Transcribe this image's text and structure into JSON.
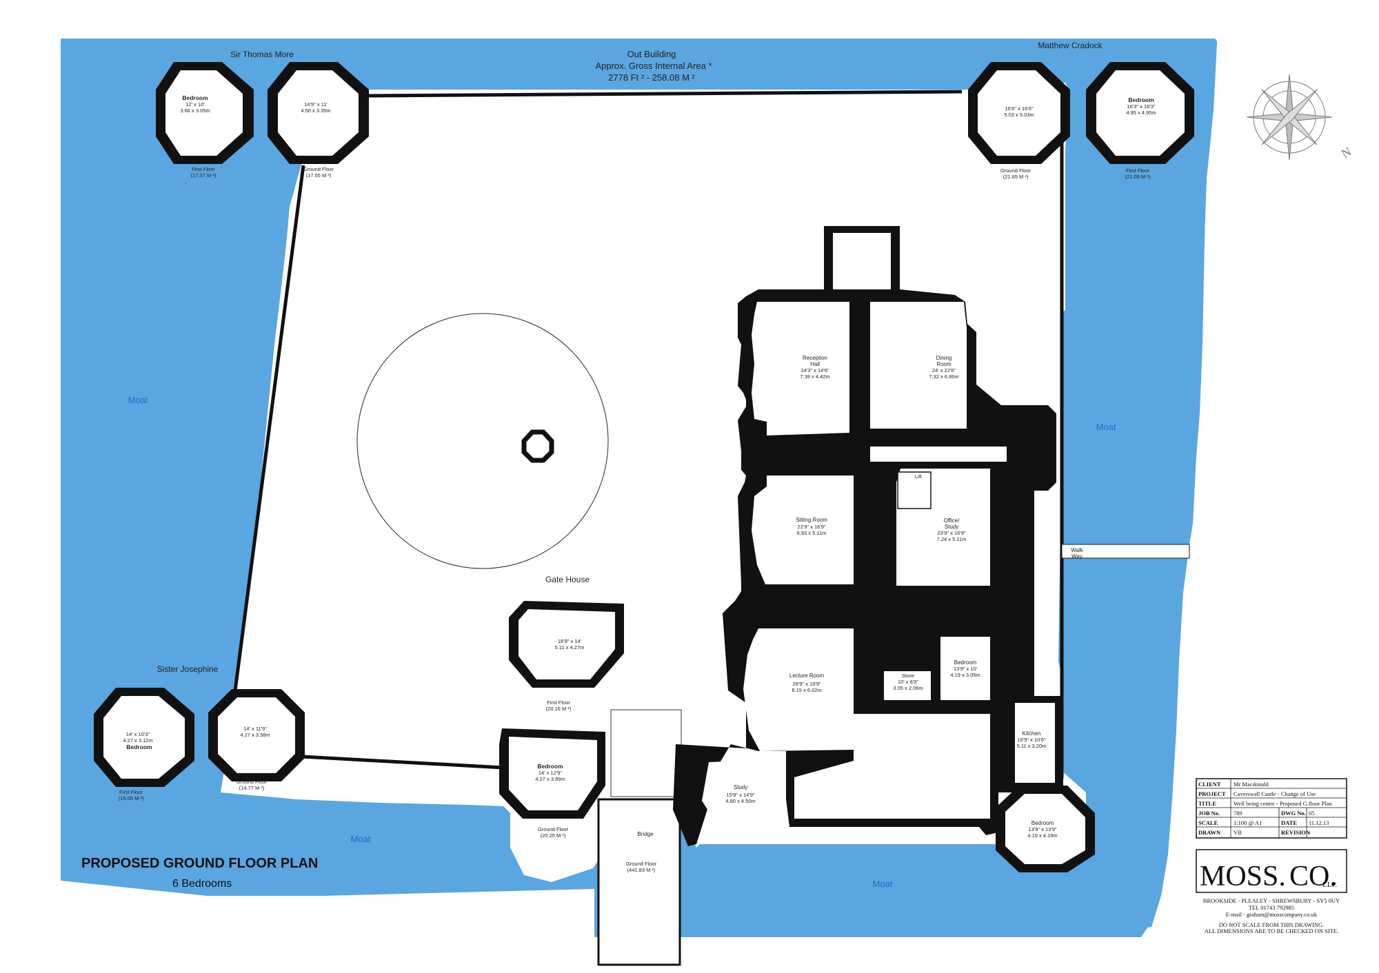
{
  "colors": {
    "moat": "#5aa6e0",
    "moat_label": "#1a6fc4",
    "walls": "#111111",
    "paper": "#ffffff"
  },
  "header": {
    "out_building": "Out Building",
    "gia_label": "Approx. Gross Internal Area *",
    "gia_value": "2778 Ft ² - 258.08 M ²",
    "left_tower_name": "Sir Thomas More",
    "right_tower_name": "Matthew Cradock",
    "sw_tower_name": "Sister Josephine",
    "gate_house": "Gate House"
  },
  "moat_labels": [
    "Moat",
    "Moat",
    "Moat",
    "Moat"
  ],
  "plan_title": {
    "title": "PROPOSED GROUND FLOOR PLAN",
    "subtitle": "6 Bedrooms"
  },
  "towers": {
    "nw_first": {
      "name": "Bedroom",
      "dim1": "12' x 10'",
      "dim2": "3.66 x 3.05m",
      "floor": "First Floor",
      "area": "(17.37 M ²)"
    },
    "nw_ground": {
      "dim1": "14'9\" x 11'",
      "dim2": "4.50 x 3.35m",
      "floor": "Ground Floor",
      "area": "(17.65 M ²)"
    },
    "ne_ground": {
      "dim1": "16'6\" x 16'6\"",
      "dim2": "5.03 x 5.03m",
      "floor": "Ground Floor",
      "area": "(21.65 M ²)"
    },
    "ne_first": {
      "name": "Bedroom",
      "dim1": "16'3\" x 16'3\"",
      "dim2": "4.95 x 4.95m",
      "floor": "First Floor",
      "area": "(21.09 M ²)"
    },
    "sw_first": {
      "name": "Bedroom",
      "dim1": "14' x 10'3\"",
      "dim2": "4.27 x 3.12m",
      "floor": "First Floor",
      "area": "(15.05 M ²)"
    },
    "sw_ground": {
      "dim1": "14' x 11'9\"",
      "dim2": "4.27 x 3.58m",
      "floor": "Ground Floor",
      "area": "(14.77 M ²)"
    },
    "gate_first": {
      "dim1": "16'9\" x 14'",
      "dim2": "5.11 x 4.27m",
      "floor": "First Floor",
      "area": "(20.16 M ²)"
    },
    "gate_ground": {
      "name": "Bedroom",
      "dim1": "14' x 12'9\"",
      "dim2": "4.27 x 3.89m",
      "floor": "Ground Floor",
      "area": "(20.25 M ²)"
    }
  },
  "bridge": {
    "name": "Bridge",
    "floor": "Ground Floor",
    "area": "(441.83 M ²)"
  },
  "walkway": {
    "line1": "Walk",
    "line2": "Way"
  },
  "rooms": {
    "reception": {
      "name1": "Reception",
      "name2": "Hall",
      "dim1": "24'3\" x 14'6\"",
      "dim2": "7.39 x 4.42m"
    },
    "dining": {
      "name1": "Dining",
      "name2": "Room",
      "dim1": "24' x 22'6\"",
      "dim2": "7.32 x 6.86m"
    },
    "sitting": {
      "name1": "Sitting Room",
      "dim1": "22'9\" x 16'9\"",
      "dim2": "6.93 x 5.11m"
    },
    "office": {
      "name1": "Office/",
      "name2": "Study",
      "dim1": "23'9\" x 16'9\"",
      "dim2": "7.24 x 5.11m"
    },
    "lift": {
      "name1": "Lift"
    },
    "lecture": {
      "name1": "Lecture Room",
      "dim1": "26'9\" x 19'9\"",
      "dim2": "8.15 x 6.02m"
    },
    "store": {
      "name1": "Store",
      "dim1": "10' x 6'9\"",
      "dim2": "3.05 x 2.06m"
    },
    "bedroom_main": {
      "name1": "Bedroom",
      "dim1": "13'9\" x 10'",
      "dim2": "4.19 x 3.05m"
    },
    "kitchen": {
      "name1": "Kitchen",
      "dim1": "16'9\" x 10'6\"",
      "dim2": "5.11 x 3.20m"
    },
    "study": {
      "name1": "Study",
      "dim1": "15'9\" x 14'9\"",
      "dim2": "4.80 x 4.50m"
    },
    "bedroom_se": {
      "name1": "Bedroom",
      "dim1": "13'9\" x 13'9\"",
      "dim2": "4.19 x 4.19m"
    }
  },
  "title_block": {
    "rows": [
      {
        "label": "CLIENT",
        "value": "Mr Macdonald"
      },
      {
        "label": "PROJECT",
        "value": "Caverswall Castle - Change of Use"
      },
      {
        "label": "TITLE",
        "value": "Well being centre - Proposed G.floor Plan"
      }
    ],
    "job_label": "JOB No.",
    "job_value": "789",
    "dwg_label": "DWG No.",
    "dwg_value": "05",
    "scale_label": "SCALE",
    "scale_value": "1:100 @ A1",
    "date_label": "DATE",
    "date_value": "11.12.13",
    "drawn_label": "DRAWN",
    "drawn_value": "VB",
    "revision_label": "REVISION",
    "revision_value": "-"
  },
  "company": {
    "logo_left": "MOSS.",
    "logo_right": "CO.",
    "logo_suffix": "LLP.",
    "address": "BROOKSIDE - PLEALEY - SHREWSBURY - SY5 0UY",
    "tel": "TEL 01743 792985",
    "email": "E-mail - graham@mosscompany.co.uk",
    "note1": "DO NOT SCALE FROM THIS DRAWING.",
    "note2": "ALL DIMENSIONS ARE TO BE CHECKED ON SITE."
  },
  "compass": {
    "north": "N"
  }
}
